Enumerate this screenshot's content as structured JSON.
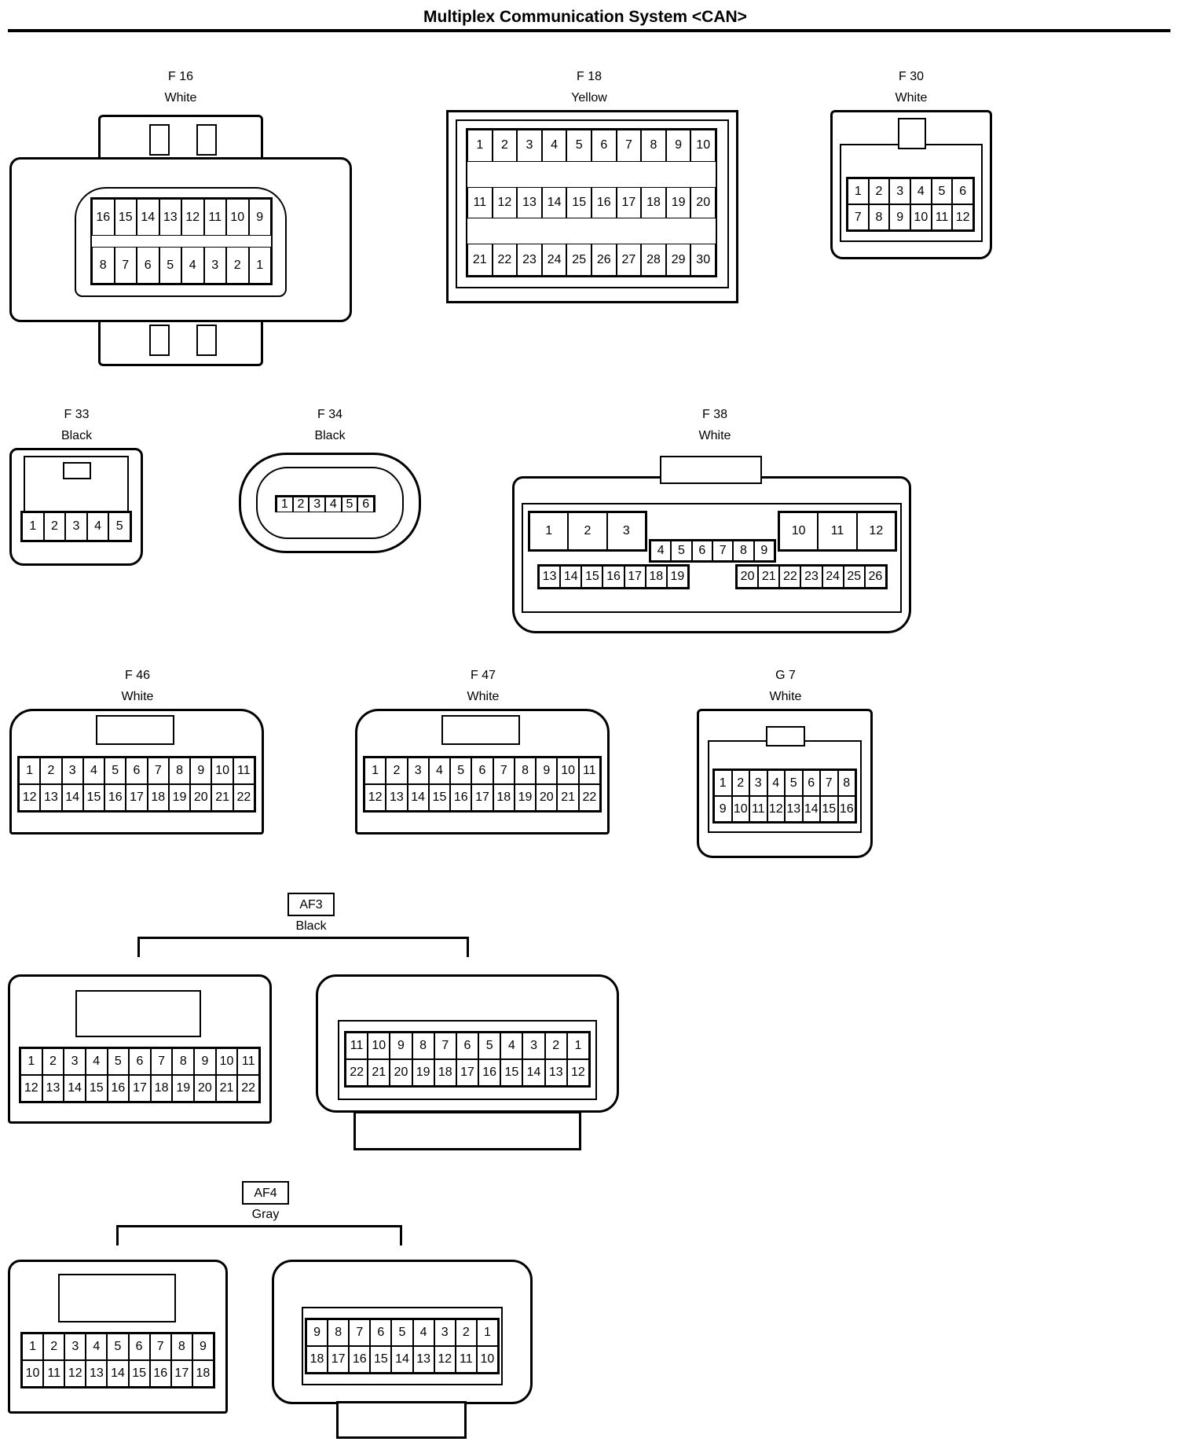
{
  "header": {
    "title": "Multiplex Communication System <CAN>"
  },
  "connectors": {
    "f16": {
      "code": "F 16",
      "color": "White",
      "rows": [
        [
          "16",
          "15",
          "14",
          "13",
          "12",
          "11",
          "10",
          "9"
        ],
        [
          "8",
          "7",
          "6",
          "5",
          "4",
          "3",
          "2",
          "1"
        ]
      ]
    },
    "f18": {
      "code": "F 18",
      "color": "Yellow",
      "rows": [
        [
          "1",
          "2",
          "3",
          "4",
          "5",
          "6",
          "7",
          "8",
          "9",
          "10"
        ],
        [
          "11",
          "12",
          "13",
          "14",
          "15",
          "16",
          "17",
          "18",
          "19",
          "20"
        ],
        [
          "21",
          "22",
          "23",
          "24",
          "25",
          "26",
          "27",
          "28",
          "29",
          "30"
        ]
      ]
    },
    "f30": {
      "code": "F 30",
      "color": "White",
      "rows": [
        [
          "1",
          "2",
          "3",
          "4",
          "5",
          "6"
        ],
        [
          "7",
          "8",
          "9",
          "10",
          "11",
          "12"
        ]
      ]
    },
    "f33": {
      "code": "F 33",
      "color": "Black",
      "rows": [
        [
          "1",
          "2",
          "3",
          "4",
          "5"
        ]
      ]
    },
    "f34": {
      "code": "F 34",
      "color": "Black",
      "rows": [
        [
          "1",
          "2",
          "3",
          "4",
          "5",
          "6"
        ]
      ]
    },
    "f38": {
      "code": "F 38",
      "color": "White",
      "big_left": [
        "1",
        "2",
        "3"
      ],
      "mid": [
        "4",
        "5",
        "6",
        "7",
        "8",
        "9"
      ],
      "big_right": [
        "10",
        "11",
        "12"
      ],
      "bottom_left": [
        "13",
        "14",
        "15",
        "16",
        "17",
        "18",
        "19"
      ],
      "bottom_right": [
        "20",
        "21",
        "22",
        "23",
        "24",
        "25",
        "26"
      ]
    },
    "f46": {
      "code": "F 46",
      "color": "White",
      "rows": [
        [
          "1",
          "2",
          "3",
          "4",
          "5",
          "6",
          "7",
          "8",
          "9",
          "10",
          "11"
        ],
        [
          "12",
          "13",
          "14",
          "15",
          "16",
          "17",
          "18",
          "19",
          "20",
          "21",
          "22"
        ]
      ]
    },
    "f47": {
      "code": "F 47",
      "color": "White",
      "rows": [
        [
          "1",
          "2",
          "3",
          "4",
          "5",
          "6",
          "7",
          "8",
          "9",
          "10",
          "11"
        ],
        [
          "12",
          "13",
          "14",
          "15",
          "16",
          "17",
          "18",
          "19",
          "20",
          "21",
          "22"
        ]
      ]
    },
    "g7": {
      "code": "G 7",
      "color": "White",
      "rows": [
        [
          "1",
          "2",
          "3",
          "4",
          "5",
          "6",
          "7",
          "8"
        ],
        [
          "9",
          "10",
          "11",
          "12",
          "13",
          "14",
          "15",
          "16"
        ]
      ]
    }
  },
  "groups": {
    "af3": {
      "code": "AF3",
      "color": "Black",
      "left_rows": [
        [
          "1",
          "2",
          "3",
          "4",
          "5",
          "6",
          "7",
          "8",
          "9",
          "10",
          "11"
        ],
        [
          "12",
          "13",
          "14",
          "15",
          "16",
          "17",
          "18",
          "19",
          "20",
          "21",
          "22"
        ]
      ],
      "right_rows": [
        [
          "11",
          "10",
          "9",
          "8",
          "7",
          "6",
          "5",
          "4",
          "3",
          "2",
          "1"
        ],
        [
          "22",
          "21",
          "20",
          "19",
          "18",
          "17",
          "16",
          "15",
          "14",
          "13",
          "12"
        ]
      ]
    },
    "af4": {
      "code": "AF4",
      "color": "Gray",
      "left_rows": [
        [
          "1",
          "2",
          "3",
          "4",
          "5",
          "6",
          "7",
          "8",
          "9"
        ],
        [
          "10",
          "11",
          "12",
          "13",
          "14",
          "15",
          "16",
          "17",
          "18"
        ]
      ],
      "right_rows": [
        [
          "9",
          "8",
          "7",
          "6",
          "5",
          "4",
          "3",
          "2",
          "1"
        ],
        [
          "18",
          "17",
          "16",
          "15",
          "14",
          "13",
          "12",
          "11",
          "10"
        ]
      ]
    }
  }
}
